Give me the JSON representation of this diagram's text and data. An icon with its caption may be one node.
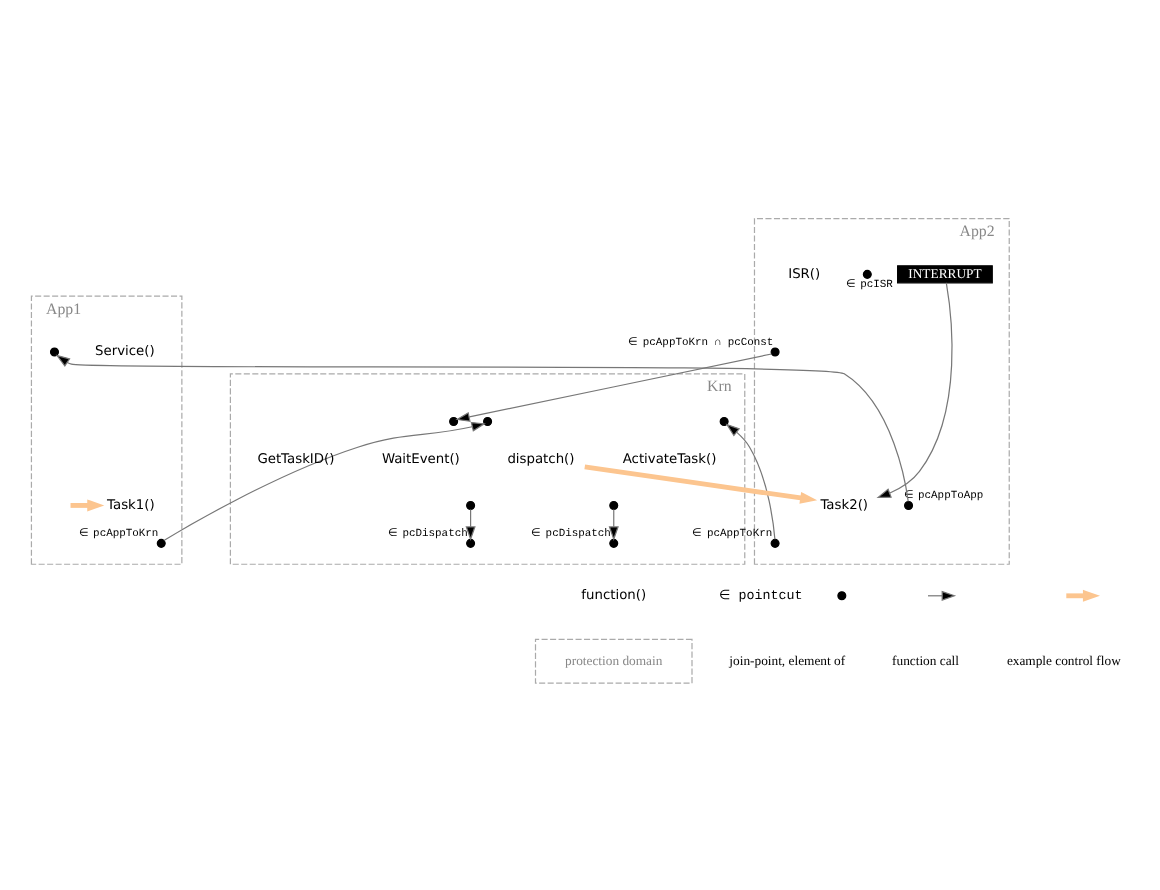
{
  "diagram": {
    "nodes": [
      {
        "text": [
          "App1"
        ]
      },
      {
        "text": [
          "Service()"
        ],
        "in": 0
      },
      {
        "text": [],
        "shape": "circle",
        "in": 0
      },
      {
        "text": [
          "Task1()"
        ],
        "in": 0
      },
      {
        "text": [],
        "shape": "circle",
        "in": 0,
        "beside": [
          "∈ pcAppToKrn"
        ]
      },
      {
        "text": [
          "App2"
        ]
      },
      {
        "text": [
          "INTERRUPT"
        ],
        "in": 5
      },
      {
        "text": [],
        "shape": "circle",
        "in": 5,
        "beside": [
          "∈ pcISR"
        ]
      },
      {
        "text": [
          "ISR()"
        ],
        "in": 5
      },
      {
        "text": [],
        "shape": "circle",
        "in": 5,
        "beside": [
          "∈ pcAppToKrn ∩ pcConst"
        ]
      },
      {
        "text": [],
        "shape": "circle",
        "in": 5,
        "beside": [
          "∈ pcAppToApp"
        ]
      },
      {
        "text": [
          "Task2()"
        ],
        "in": 5
      },
      {
        "text": [],
        "shape": "circle",
        "in": 5,
        "beside": [
          "∈ pcAppToKrn"
        ]
      },
      {
        "text": [
          "Krn"
        ]
      },
      {
        "text": [],
        "shape": "circle",
        "in": 13
      },
      {
        "text": [
          "ActivateTask()"
        ],
        "in": 13
      },
      {
        "text": [],
        "shape": "circle",
        "in": 13
      },
      {
        "text": [
          "dispatch()"
        ],
        "in": 13
      },
      {
        "text": [],
        "shape": "circle",
        "in": 13,
        "beside": [
          "∈ pcDispatch"
        ]
      },
      {
        "text": [],
        "shape": "circle",
        "in": 13,
        "beside": [
          "∈ pcDispatch"
        ]
      },
      {
        "text": [],
        "shape": "circle",
        "in": 13
      },
      {
        "text": [
          "WaitEvent()"
        ],
        "in": 13
      },
      {
        "text": [],
        "shape": "circle",
        "in": 13
      },
      {
        "text": [],
        "shape": "circle",
        "in": 13
      },
      {
        "text": [
          "GetTaskID()"
        ],
        "in": 13
      }
    ],
    "edges": [
      {
        "from": 4,
        "to": 14,
        "arrow": "to"
      },
      {
        "from": 16,
        "to": 18,
        "arrow": "to"
      },
      {
        "from": 10,
        "to": 2,
        "arrow": "to"
      },
      {
        "from": 9,
        "to": 23,
        "arrow": "to"
      },
      {
        "from": 12,
        "to": 20,
        "arrow": "to"
      },
      {
        "from": 22,
        "to": 19,
        "arrow": "to"
      },
      {
        "from": 6,
        "to": 11,
        "arrow": "to"
      },
      {
        "from": null,
        "to": 3,
        "arrow": "to",
        "style": "thick",
        "color": "#fcc58f"
      },
      {
        "from": 17,
        "to": 11,
        "arrow": "to",
        "style": "thick",
        "color": "#fcc58f"
      }
    ],
    "labels": [
      "function()",
      "∈ pointcut"
    ],
    "legend": [
      {
        "text": "protection domain"
      },
      {
        "text": "join-point, element of"
      },
      {
        "text": "function call"
      },
      {
        "text": "example control flow"
      }
    ]
  }
}
